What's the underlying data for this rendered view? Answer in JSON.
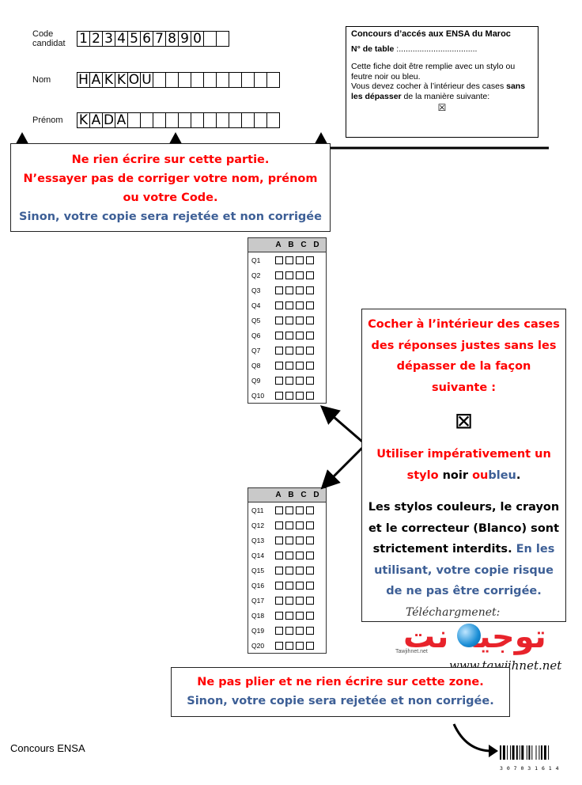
{
  "header": {
    "code_label": "Code\ncandidat",
    "code_value": [
      "1",
      "2",
      "3",
      "4",
      "5",
      "6",
      "7",
      "8",
      "9",
      "0",
      "",
      ""
    ],
    "nom_label": "Nom",
    "nom_value": [
      "H",
      "A",
      "K",
      "K",
      "O",
      "U",
      "",
      "",
      "",
      "",
      "",
      "",
      "",
      "",
      "",
      ""
    ],
    "prenom_label": "Prénom",
    "prenom_value": [
      "K",
      "A",
      "D",
      "A",
      "",
      "",
      "",
      "",
      "",
      "",
      "",
      "",
      "",
      "",
      "",
      ""
    ]
  },
  "instructions_box": {
    "title": "Concours d’accés aux ENSA du Maroc",
    "table_label": "N° de table",
    "table_dots": " :..................................",
    "line1": "Cette fiche doit être remplie avec un stylo ou feutre noir ou bleu.",
    "line2_a": "Vous devez cocher à l’intérieur des cases ",
    "line2_bold": "sans les dépasser",
    "line2_b": " de la manière suivante:",
    "symbol": "☒"
  },
  "warning_top": {
    "line1": "Ne rien écrire sur cette partie.",
    "line2": "N’essayer pas de corriger votre nom, prénom",
    "line3": "ou votre Code.",
    "line4": "Sinon, votre copie sera rejetée et non corrigée"
  },
  "grid_columns": [
    "A",
    "B",
    "C",
    "D"
  ],
  "grid1_rows": [
    "Q1",
    "Q2",
    "Q3",
    "Q4",
    "Q5",
    "Q6",
    "Q7",
    "Q8",
    "Q9",
    "Q10"
  ],
  "grid2_rows": [
    "Q11",
    "Q12",
    "Q13",
    "Q14",
    "Q15",
    "Q16",
    "Q17",
    "Q18",
    "Q19",
    "Q20"
  ],
  "right_box": {
    "line1": "Cocher à l’intérieur des cases",
    "line2": "des réponses justes sans les",
    "line3": "dépasser de la façon",
    "line4": "suivante :",
    "symbol": "⊠",
    "l5": "Utiliser impérativement un",
    "l6_a": "stylo ",
    "l6_noir": "noir ",
    "l6_ou": "ou",
    "l6_bleu": "bleu",
    "l6_dot": ".",
    "l7": "Les stylos couleurs, le crayon",
    "l8": "et le correcteur (Blanco) sont",
    "l9_a": "strictement interdits. ",
    "l9_b": "En les",
    "l10": "utilisant, votre copie risque",
    "l11": "de ne pas être corrigée."
  },
  "watermark": {
    "download": "Téléchargmenet:",
    "arabic": "توجيه نت",
    "small": "Tawjihnet.net",
    "url": "www.tawjihnet.net"
  },
  "warning_bottom": {
    "line1": "Ne pas plier et ne rien écrire sur cette zone.",
    "line2": "Sinon, votre copie sera rejetée et non corrigée."
  },
  "footer": {
    "label": "Concours ENSA",
    "barcode_digits": "3 0 7 0 3 1 6 1 4"
  },
  "colors": {
    "red": "#ff0000",
    "blue": "#3d5f96",
    "header_gray": "#c9c9c9"
  }
}
